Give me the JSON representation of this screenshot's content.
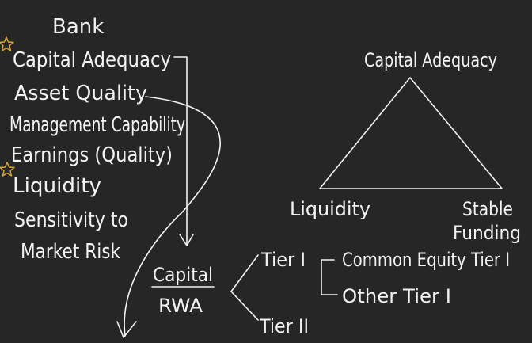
{
  "left_list": {
    "heading": "Bank",
    "items": [
      {
        "label": "Capital Adequacy",
        "starred": true
      },
      {
        "label": "Asset Quality",
        "starred": false
      },
      {
        "label": "Management Capability",
        "starred": false
      },
      {
        "label": "Earnings (Quality)",
        "starred": false
      },
      {
        "label": "Liquidity",
        "starred": true
      },
      {
        "label": "Sensitivity to",
        "starred": false
      },
      {
        "label": "Market Risk",
        "starred": false
      }
    ]
  },
  "ratio": {
    "numerator": "Capital",
    "denominator": "RWA"
  },
  "tiers": {
    "tier1": "Tier I",
    "tier2": "Tier II",
    "tier1_parts": [
      "Common Equity Tier I",
      "Other Tier I"
    ]
  },
  "triangle": {
    "top": "Capital Adequacy",
    "bottom_left": "Liquidity",
    "bottom_right_line1": "Stable",
    "bottom_right_line2": "Funding"
  },
  "colors": {
    "background": "#262626",
    "ink": "#f2f2f2",
    "star": "#d9a83a"
  }
}
